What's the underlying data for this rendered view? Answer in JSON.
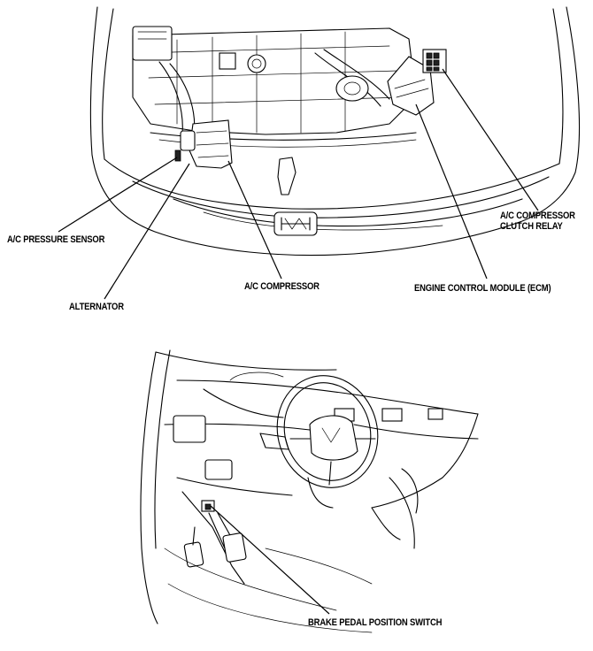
{
  "top_view": {
    "labels": {
      "ac_compressor_clutch_relay_line1": "A/C COMPRESSOR",
      "ac_compressor_clutch_relay_line2": "CLUTCH RELAY",
      "ac_pressure_sensor": "A/C PRESSURE SENSOR",
      "ac_compressor": "A/C COMPRESSOR",
      "engine_control_module": "ENGINE CONTROL MODULE (ECM)",
      "alternator": "ALTERNATOR"
    }
  },
  "bottom_view": {
    "labels": {
      "brake_pedal_position_switch": "BRAKE PEDAL POSITION SWITCH"
    }
  }
}
